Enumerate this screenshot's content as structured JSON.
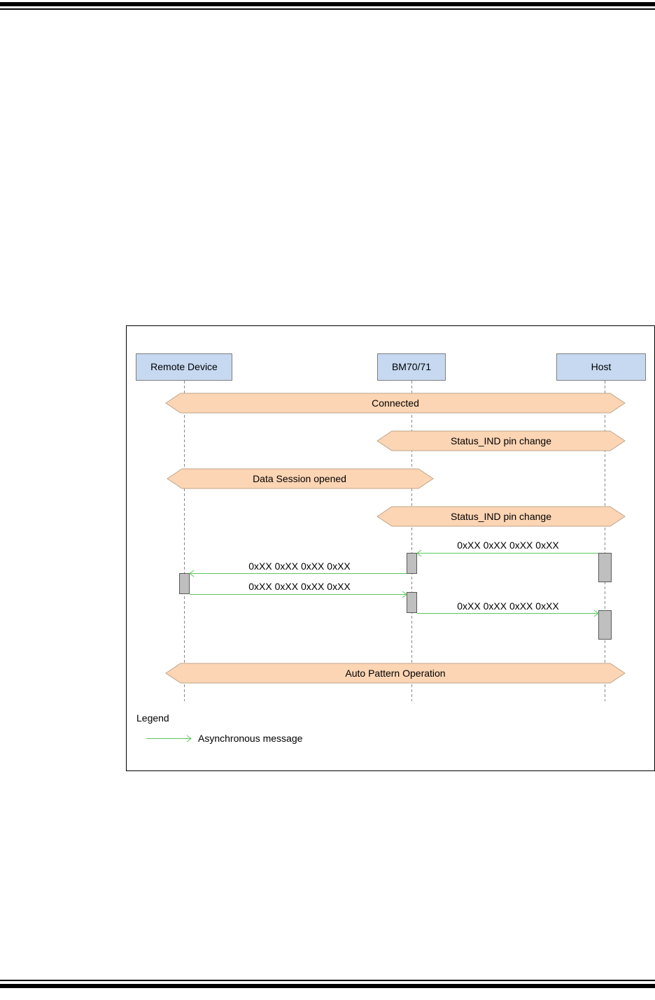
{
  "participants": [
    {
      "id": "remote",
      "label": "Remote Device"
    },
    {
      "id": "module",
      "label": "BM70/71"
    },
    {
      "id": "host",
      "label": "Host"
    }
  ],
  "states": [
    {
      "label": "Connected",
      "from": "remote",
      "to": "host"
    },
    {
      "label": "Status_IND pin change",
      "from": "module",
      "to": "host"
    },
    {
      "label": "Data Session opened",
      "from": "remote",
      "to": "module"
    },
    {
      "label": "Status_IND pin change",
      "from": "module",
      "to": "host"
    },
    {
      "label": "Auto Pattern Operation",
      "from": "remote",
      "to": "host"
    }
  ],
  "messages": [
    {
      "label": "0xXX 0xXX 0xXX 0xXX",
      "from": "host",
      "to": "module"
    },
    {
      "label": "0xXX 0xXX 0xXX 0xXX",
      "from": "module",
      "to": "remote"
    },
    {
      "label": "0xXX 0xXX 0xXX 0xXX",
      "from": "remote",
      "to": "module"
    },
    {
      "label": "0xXX 0xXX 0xXX 0xXX",
      "from": "module",
      "to": "host"
    }
  ],
  "legend": {
    "title": "Legend",
    "items": [
      {
        "label": "Asynchronous message",
        "style": "async-arrow"
      }
    ]
  },
  "colors": {
    "participant_fill": "#c6d9f1",
    "state_fill": "#fcd5b4",
    "message_line": "#5bc75b",
    "activation_fill": "#bfbfbf"
  }
}
